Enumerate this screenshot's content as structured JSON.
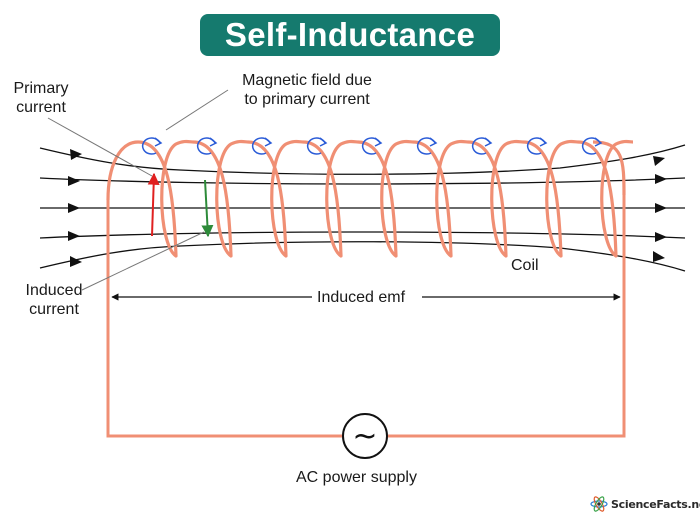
{
  "title": "Self-Inductance",
  "labels": {
    "primary_current": [
      "Primary",
      "current"
    ],
    "magnetic_field": [
      "Magnetic field due",
      "to primary current"
    ],
    "induced_current": [
      "Induced",
      "current"
    ],
    "coil": "Coil",
    "induced_emf": "Induced emf",
    "ac_supply": "AC power supply",
    "ac_symbol": "~"
  },
  "watermark": "ScienceFacts.net",
  "colors": {
    "title_bg": "#157a6e",
    "coil": "#f08f74",
    "primary_arrow": "#e02020",
    "induced_arrow": "#2e8b3a",
    "field_loop": "#2a5bd7",
    "line": "#111111"
  }
}
